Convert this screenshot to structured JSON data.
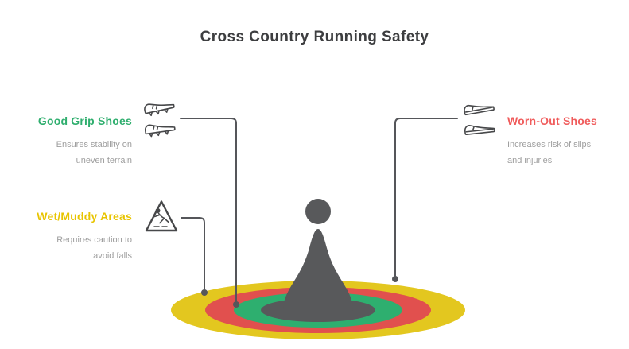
{
  "title": "Cross Country Running Safety",
  "callouts": [
    {
      "id": "good-grip-shoes",
      "heading": "Good Grip Shoes",
      "description": "Ensures stability on uneven terrain",
      "icon": "cleated-running-shoes-icon",
      "accent_color": "#2fae6e"
    },
    {
      "id": "wet-muddy-areas",
      "heading": "Wet/Muddy Areas",
      "description": "Requires caution to avoid falls",
      "icon": "slipping-person-warning-icon",
      "accent_color": "#e8c400"
    },
    {
      "id": "worn-out-shoes",
      "heading": "Worn-Out Shoes",
      "description": "Increases risk of slips and injuries",
      "icon": "worn-out-shoes-icon",
      "accent_color": "#f05b5b"
    }
  ],
  "center_graphic": {
    "description": "runner figure standing on concentric safety rings",
    "ring_colors": {
      "outer": "#e3c71f",
      "middle": "#e1504e",
      "inner": "#2eaf6f",
      "core": "#58595b"
    },
    "figure_color": "#58595b"
  },
  "colors": {
    "title": "#3d3e40",
    "connector": "#55565a",
    "description_text": "#9e9e9e",
    "background": "#ffffff"
  }
}
